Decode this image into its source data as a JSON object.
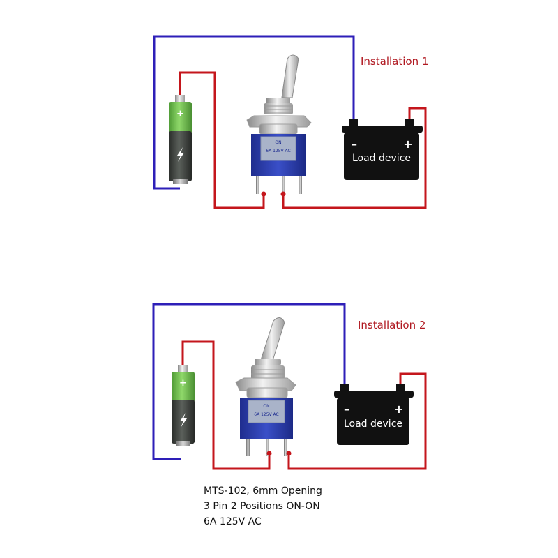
{
  "installations": [
    {
      "label": "Installation 1",
      "load": {
        "label": "Load device",
        "minus": "–",
        "plus": "+"
      },
      "battery": {
        "plus": "+"
      },
      "switch": {
        "print_top": "ON",
        "print_mid": "6A 125V AC"
      }
    },
    {
      "label": "Installation 2",
      "load": {
        "label": "Load device",
        "minus": "–",
        "plus": "+"
      },
      "battery": {
        "plus": "+"
      },
      "switch": {
        "print_top": "ON",
        "print_mid": "6A 125V AC"
      }
    }
  ],
  "specs": [
    "MTS-102, 6mm Opening",
    "3 Pin 2 Positions ON-ON",
    "6A 125V AC"
  ],
  "colors": {
    "wire_red": "#c4161c",
    "wire_blue": "#2e1fb8",
    "switch_body": "#2e3fae",
    "label_red": "#b01820",
    "load_box": "#111111",
    "battery_green": "#6cc04a",
    "battery_dark": "#3a3f3a"
  }
}
